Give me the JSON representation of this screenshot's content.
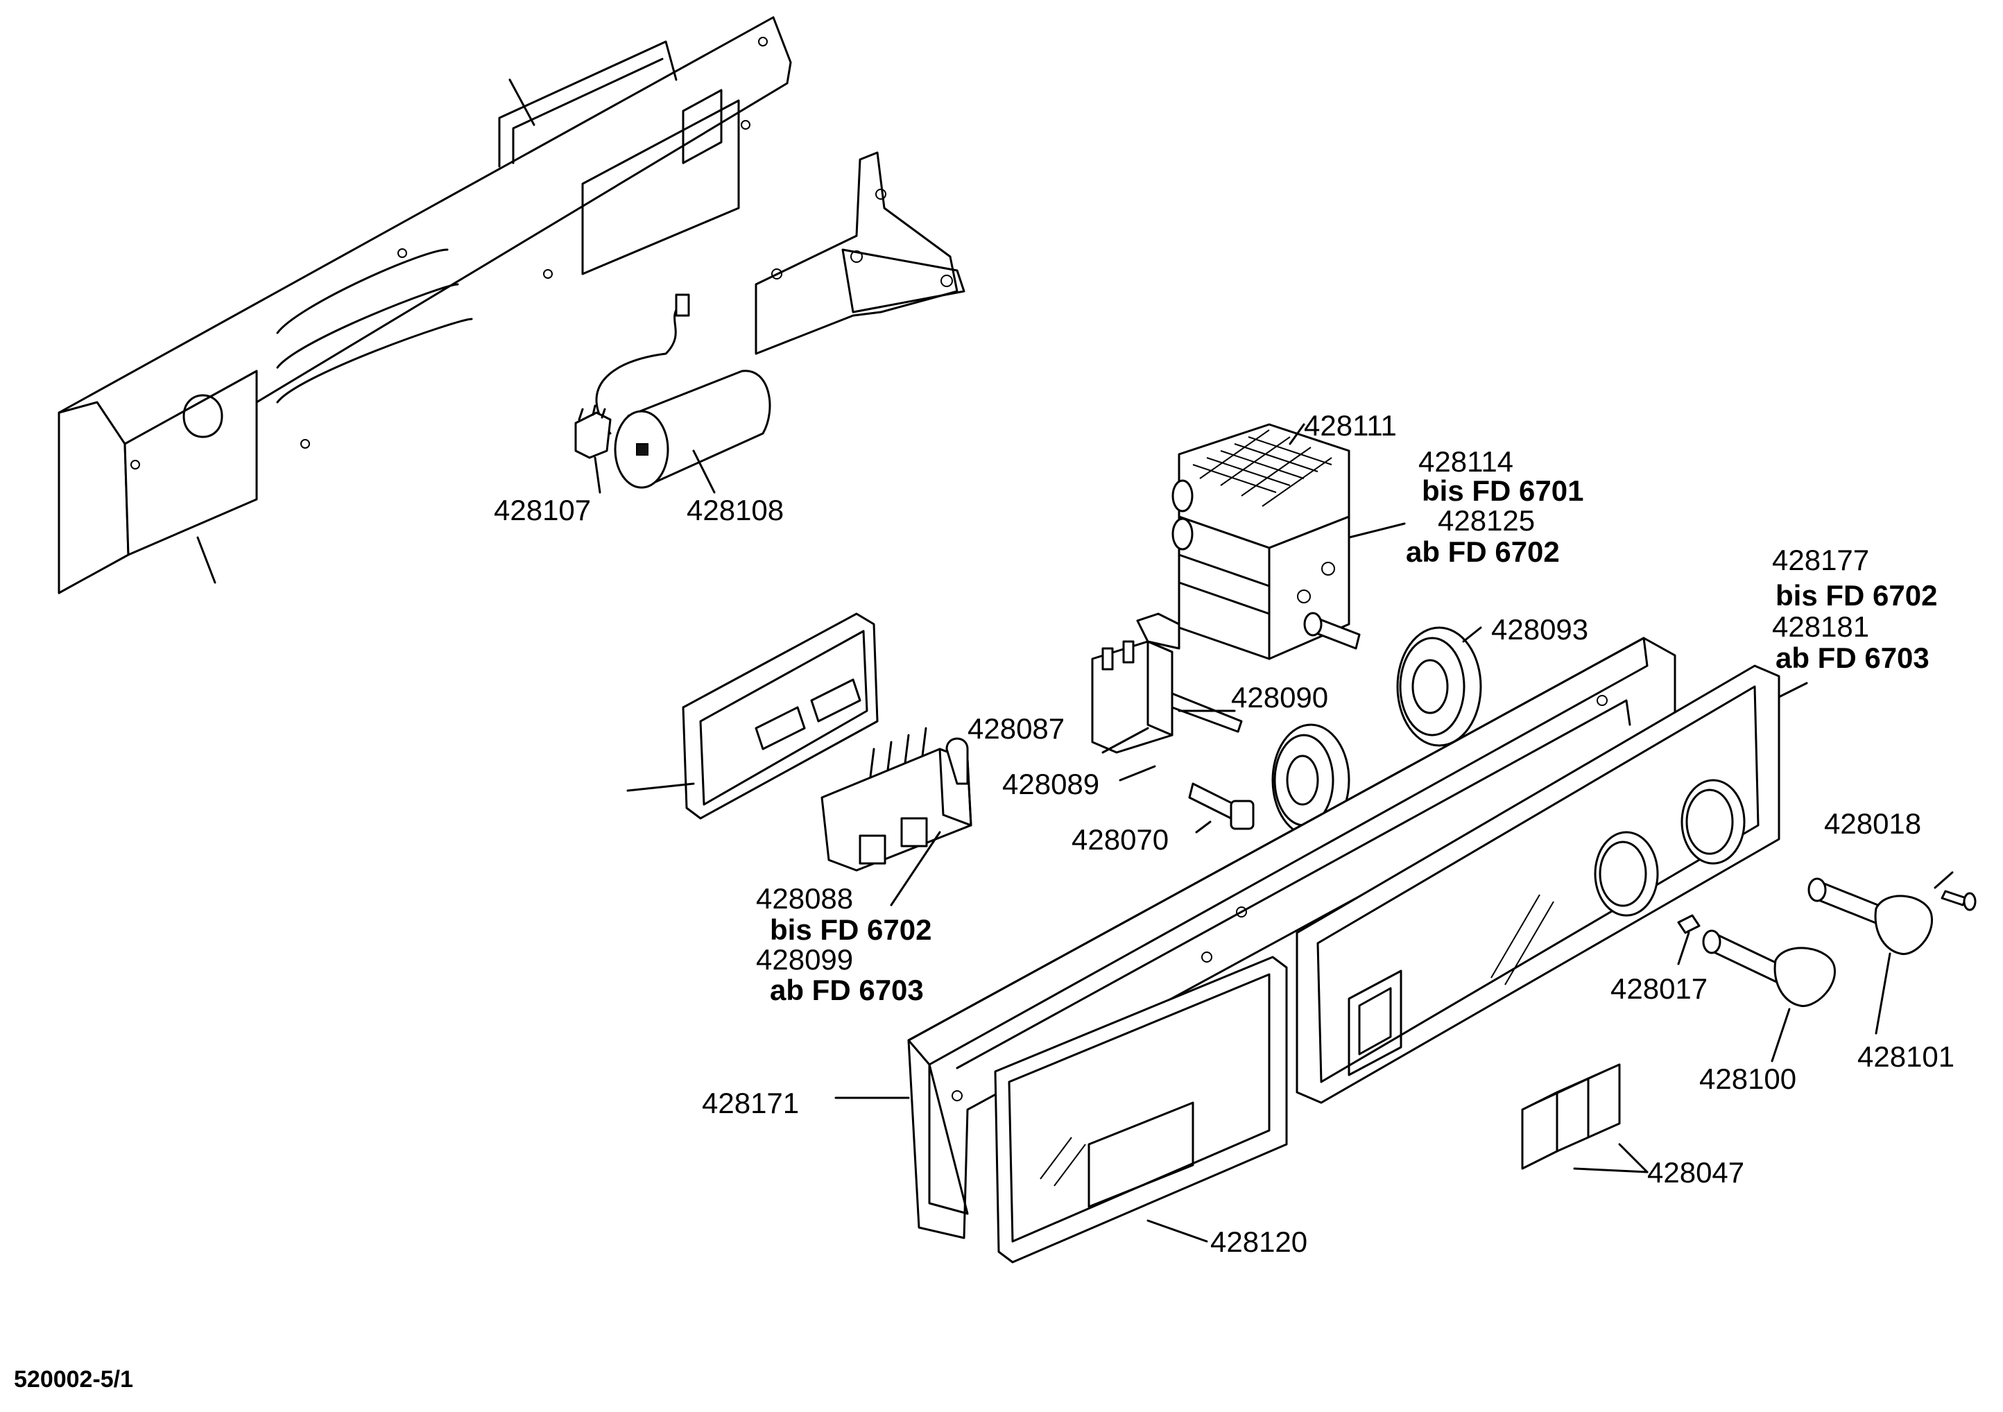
{
  "drawing_ref": "520002-5/1",
  "labels": {
    "p428107": "428107",
    "p428108": "428108",
    "p428111": "428111",
    "p428114": "428114",
    "p428114_note": "bis FD 6701",
    "p428125": "428125",
    "p428125_note": "ab FD 6702",
    "p428093": "428093",
    "p428177": "428177",
    "p428177_note": "bis FD 6702",
    "p428181": "428181",
    "p428181_note": "ab FD 6703",
    "p428087": "428087",
    "p428090": "428090",
    "p428089": "428089",
    "p428070": "428070",
    "p428018": "428018",
    "p428088": "428088",
    "p428088_note": "bis FD 6702",
    "p428099": "428099",
    "p428099_note": "ab FD 6703",
    "p428017": "428017",
    "p428101": "428101",
    "p428100": "428100",
    "p428171": "428171",
    "p428047": "428047",
    "p428120": "428120"
  }
}
